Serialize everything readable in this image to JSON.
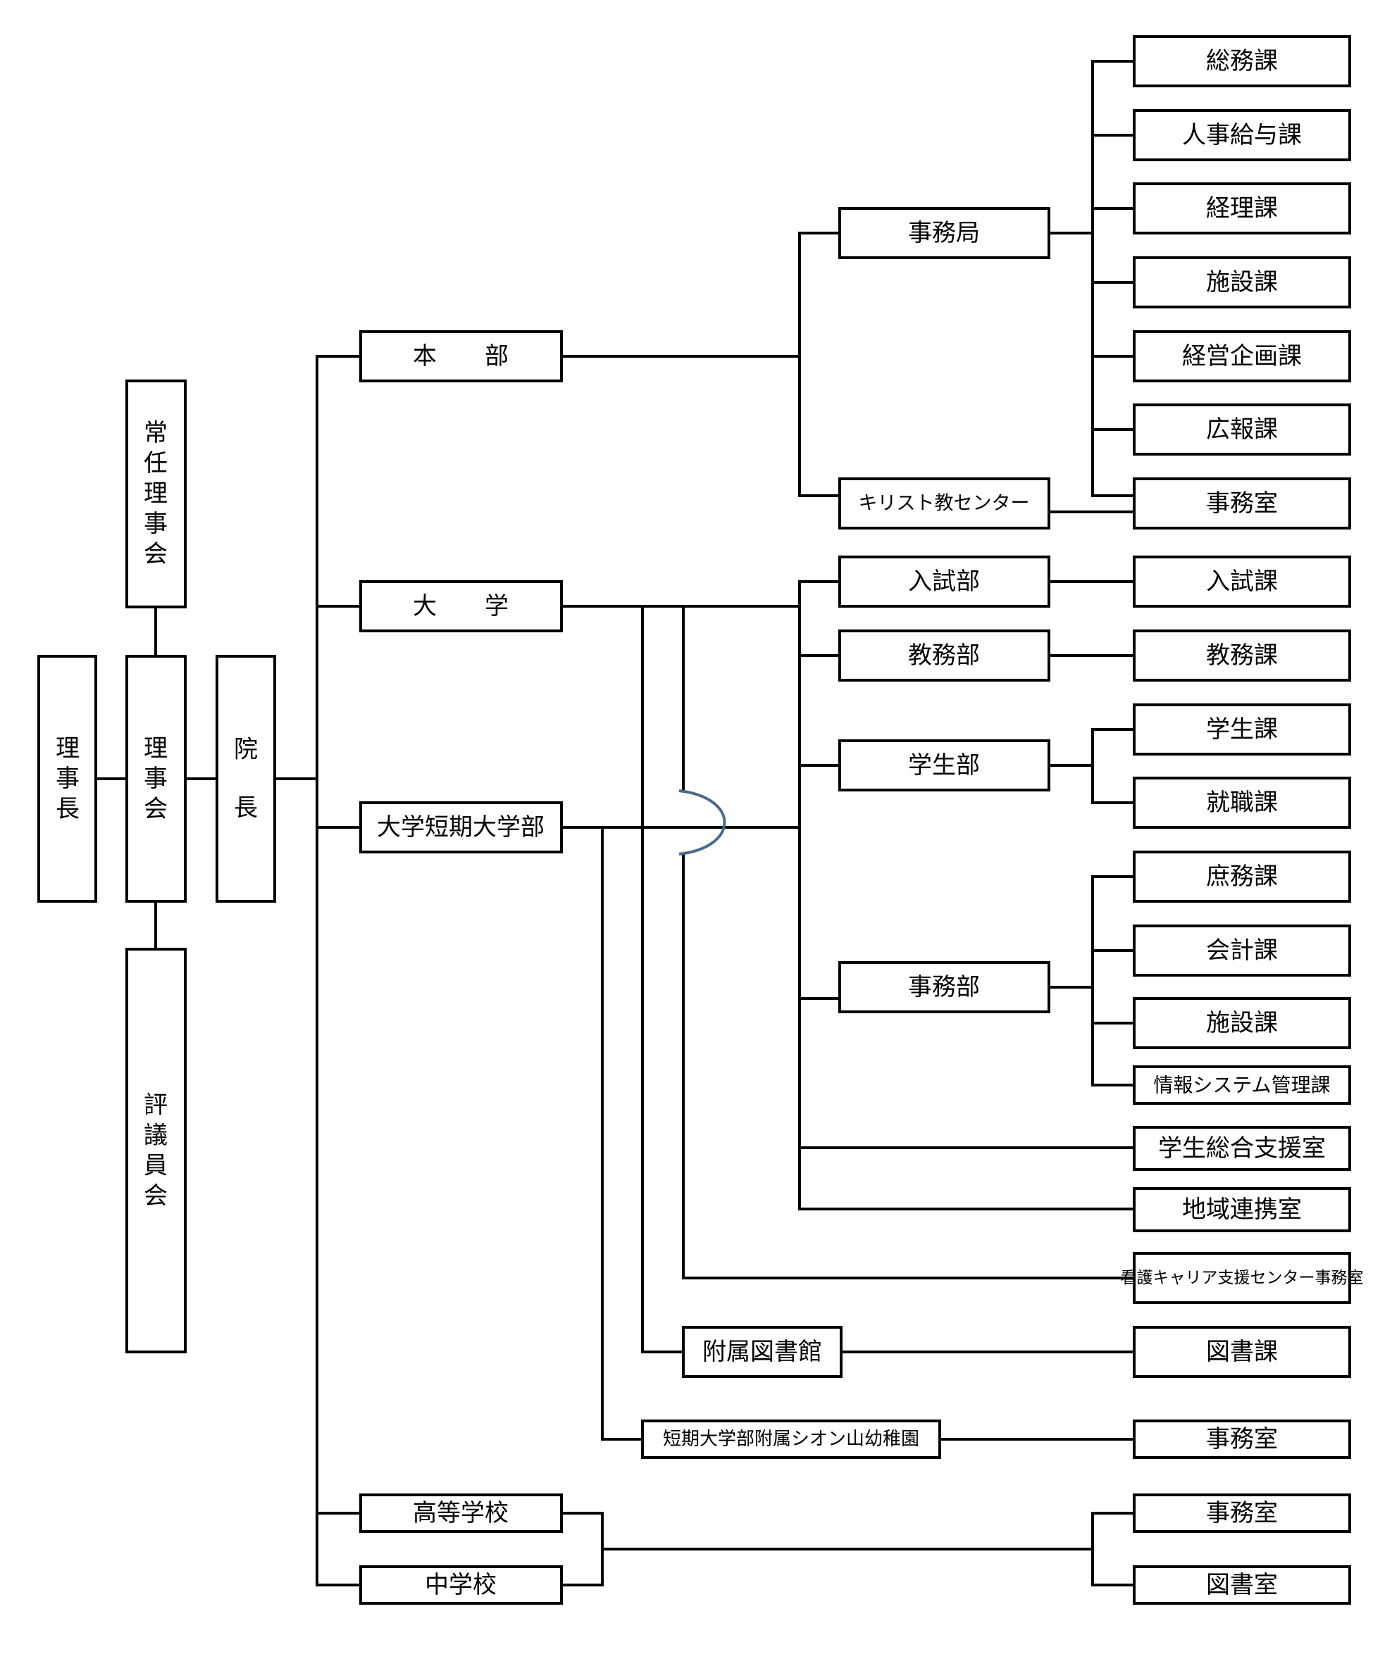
{
  "org_chart": {
    "left": {
      "chairman": "理事長",
      "board": "理事会",
      "standing_board": "常任理事会",
      "council": "評議員会",
      "president": "院長"
    },
    "divisions": {
      "honbu": "本　　部",
      "daigaku": "大　　学",
      "tandai": "大学短期大学部",
      "koko": "高等学校",
      "chugaku": "中学校"
    },
    "mid": {
      "jimukyoku": "事務局",
      "christian_center": "キリスト教センター",
      "nyushibu": "入試部",
      "kyomubu": "教務部",
      "gakuseibu": "学生部",
      "jimubu": "事務部",
      "library": "附属図書館",
      "kindergarten": "短期大学部附属シオン山幼稚園"
    },
    "right": {
      "somu": "総務課",
      "jinji": "人事給与課",
      "keiri": "経理課",
      "shisetsu1": "施設課",
      "keiei": "経営企画課",
      "koho": "広報課",
      "jimushitsu1": "事務室",
      "nyushika": "入試課",
      "kyomuka": "教務課",
      "gakuseika": "学生課",
      "shushoku": "就職課",
      "shomu": "庶務課",
      "kaikei": "会計課",
      "shisetsu2": "施設課",
      "joho": "情報システム管理課",
      "gakusei_sogo": "学生総合支援室",
      "chiiki": "地域連携室",
      "kango": "看護キャリア支援センター事務室",
      "toshoka": "図書課",
      "jimushitsu2": "事務室",
      "jimushitsu3": "事務室",
      "toshoshitsu": "図書室"
    }
  }
}
